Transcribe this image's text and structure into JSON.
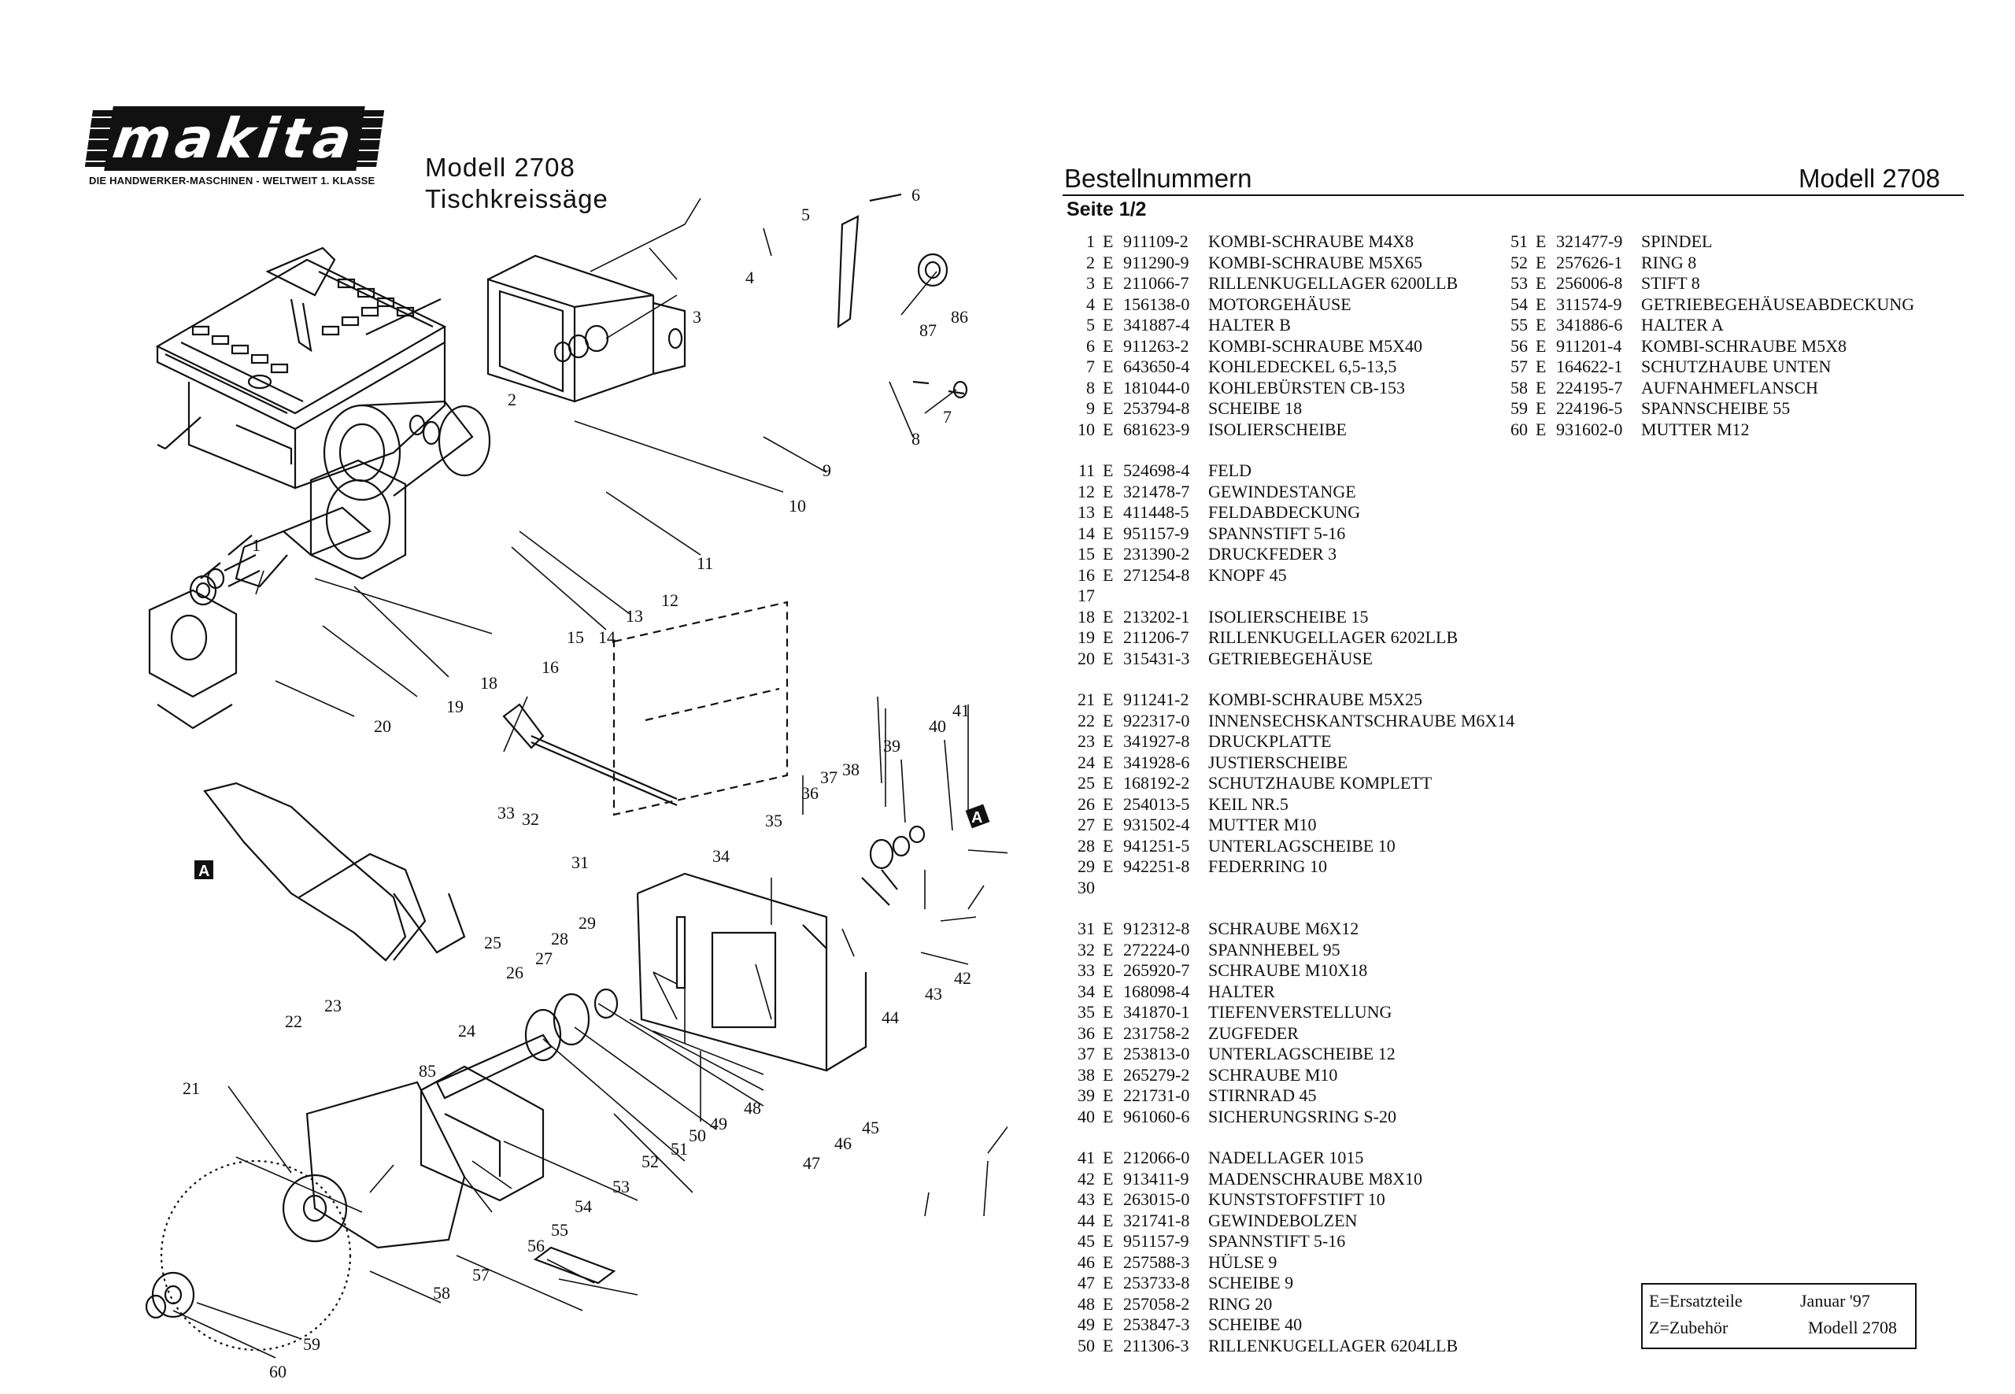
{
  "header": {
    "logo_text": "makita",
    "logo_tagline": "DIE HANDWERKER-MASCHINEN - WELTWEIT 1. KLASSE",
    "model_line": "Modell  2708",
    "product_line": "Tischkreissäge"
  },
  "parts_header": {
    "title": "Bestellnummern",
    "model": "Modell 2708",
    "page": "Seite  1/2"
  },
  "diagram": {
    "callouts": [
      "1",
      "2",
      "3",
      "4",
      "5",
      "6",
      "7",
      "8",
      "9",
      "10",
      "11",
      "12",
      "13",
      "14",
      "15",
      "16",
      "18",
      "19",
      "20",
      "21",
      "22",
      "23",
      "24",
      "25",
      "26",
      "27",
      "28",
      "29",
      "31",
      "32",
      "33",
      "34",
      "35",
      "36",
      "37",
      "38",
      "39",
      "40",
      "41",
      "42",
      "43",
      "44",
      "45",
      "46",
      "47",
      "48",
      "49",
      "50",
      "51",
      "52",
      "53",
      "54",
      "55",
      "56",
      "57",
      "58",
      "59",
      "60",
      "85",
      "86",
      "87"
    ],
    "marker": "A"
  },
  "parts_groups_left": [
    [
      {
        "no": "1",
        "e": "E",
        "code": "911109-2",
        "desc": "KOMBI-SCHRAUBE M4X8"
      },
      {
        "no": "2",
        "e": "E",
        "code": "911290-9",
        "desc": "KOMBI-SCHRAUBE M5X65"
      },
      {
        "no": "3",
        "e": "E",
        "code": "211066-7",
        "desc": "RILLENKUGELLAGER 6200LLB"
      },
      {
        "no": "4",
        "e": "E",
        "code": "156138-0",
        "desc": "MOTORGEHÄUSE"
      },
      {
        "no": "5",
        "e": "E",
        "code": "341887-4",
        "desc": "HALTER B"
      },
      {
        "no": "6",
        "e": "E",
        "code": "911263-2",
        "desc": "KOMBI-SCHRAUBE M5X40"
      },
      {
        "no": "7",
        "e": "E",
        "code": "643650-4",
        "desc": "KOHLEDECKEL 6,5-13,5"
      },
      {
        "no": "8",
        "e": "E",
        "code": "181044-0",
        "desc": "KOHLEBÜRSTEN CB-153"
      },
      {
        "no": "9",
        "e": "E",
        "code": "253794-8",
        "desc": "SCHEIBE 18"
      },
      {
        "no": "10",
        "e": "E",
        "code": "681623-9",
        "desc": "ISOLIERSCHEIBE"
      }
    ],
    [
      {
        "no": "11",
        "e": "E",
        "code": "524698-4",
        "desc": "FELD"
      },
      {
        "no": "12",
        "e": "E",
        "code": "321478-7",
        "desc": "GEWINDESTANGE"
      },
      {
        "no": "13",
        "e": "E",
        "code": "411448-5",
        "desc": "FELDABDECKUNG"
      },
      {
        "no": "14",
        "e": "E",
        "code": "951157-9",
        "desc": "SPANNSTIFT 5-16"
      },
      {
        "no": "15",
        "e": "E",
        "code": "231390-2",
        "desc": "DRUCKFEDER 3"
      },
      {
        "no": "16",
        "e": "E",
        "code": "271254-8",
        "desc": "KNOPF 45"
      },
      {
        "no": "17",
        "e": "",
        "code": "",
        "desc": ""
      },
      {
        "no": "18",
        "e": "E",
        "code": "213202-1",
        "desc": "ISOLIERSCHEIBE 15"
      },
      {
        "no": "19",
        "e": "E",
        "code": "211206-7",
        "desc": "RILLENKUGELLAGER 6202LLB"
      },
      {
        "no": "20",
        "e": "E",
        "code": "315431-3",
        "desc": "GETRIEBEGEHÄUSE"
      }
    ],
    [
      {
        "no": "21",
        "e": "E",
        "code": "911241-2",
        "desc": "KOMBI-SCHRAUBE M5X25"
      },
      {
        "no": "22",
        "e": "E",
        "code": "922317-0",
        "desc": "INNENSECHSKANTSCHRAUBE M6X14"
      },
      {
        "no": "23",
        "e": "E",
        "code": "341927-8",
        "desc": "DRUCKPLATTE"
      },
      {
        "no": "24",
        "e": "E",
        "code": "341928-6",
        "desc": "JUSTIERSCHEIBE"
      },
      {
        "no": "25",
        "e": "E",
        "code": "168192-2",
        "desc": "SCHUTZHAUBE KOMPLETT"
      },
      {
        "no": "26",
        "e": "E",
        "code": "254013-5",
        "desc": "KEIL NR.5"
      },
      {
        "no": "27",
        "e": "E",
        "code": "931502-4",
        "desc": "MUTTER M10"
      },
      {
        "no": "28",
        "e": "E",
        "code": "941251-5",
        "desc": "UNTERLAGSCHEIBE 10"
      },
      {
        "no": "29",
        "e": "E",
        "code": "942251-8",
        "desc": "FEDERRING 10"
      },
      {
        "no": "30",
        "e": "",
        "code": "",
        "desc": ""
      }
    ],
    [
      {
        "no": "31",
        "e": "E",
        "code": "912312-8",
        "desc": "SCHRAUBE M6X12"
      },
      {
        "no": "32",
        "e": "E",
        "code": "272224-0",
        "desc": "SPANNHEBEL 95"
      },
      {
        "no": "33",
        "e": "E",
        "code": "265920-7",
        "desc": "SCHRAUBE M10X18"
      },
      {
        "no": "34",
        "e": "E",
        "code": "168098-4",
        "desc": "HALTER"
      },
      {
        "no": "35",
        "e": "E",
        "code": "341870-1",
        "desc": "TIEFENVERSTELLUNG"
      },
      {
        "no": "36",
        "e": "E",
        "code": "231758-2",
        "desc": "ZUGFEDER"
      },
      {
        "no": "37",
        "e": "E",
        "code": "253813-0",
        "desc": "UNTERLAGSCHEIBE 12"
      },
      {
        "no": "38",
        "e": "E",
        "code": "265279-2",
        "desc": "SCHRAUBE M10"
      },
      {
        "no": "39",
        "e": "E",
        "code": "221731-0",
        "desc": "STIRNRAD 45"
      },
      {
        "no": "40",
        "e": "E",
        "code": "961060-6",
        "desc": "SICHERUNGSRING S-20"
      }
    ],
    [
      {
        "no": "41",
        "e": "E",
        "code": "212066-0",
        "desc": "NADELLAGER 1015"
      },
      {
        "no": "42",
        "e": "E",
        "code": "913411-9",
        "desc": "MADENSCHRAUBE M8X10"
      },
      {
        "no": "43",
        "e": "E",
        "code": "263015-0",
        "desc": "KUNSTSTOFFSTIFT 10"
      },
      {
        "no": "44",
        "e": "E",
        "code": "321741-8",
        "desc": "GEWINDEBOLZEN"
      },
      {
        "no": "45",
        "e": "E",
        "code": "951157-9",
        "desc": "SPANNSTIFT 5-16"
      },
      {
        "no": "46",
        "e": "E",
        "code": "257588-3",
        "desc": "HÜLSE 9"
      },
      {
        "no": "47",
        "e": "E",
        "code": "253733-8",
        "desc": "SCHEIBE 9"
      },
      {
        "no": "48",
        "e": "E",
        "code": "257058-2",
        "desc": "RING 20"
      },
      {
        "no": "49",
        "e": "E",
        "code": "253847-3",
        "desc": "SCHEIBE 40"
      },
      {
        "no": "50",
        "e": "E",
        "code": "211306-3",
        "desc": "RILLENKUGELLAGER 6204LLB"
      }
    ]
  ],
  "parts_groups_right": [
    [
      {
        "no": "51",
        "e": "E",
        "code": "321477-9",
        "desc": "SPINDEL"
      },
      {
        "no": "52",
        "e": "E",
        "code": "257626-1",
        "desc": "RING 8"
      },
      {
        "no": "53",
        "e": "E",
        "code": "256006-8",
        "desc": "STIFT 8"
      },
      {
        "no": "54",
        "e": "E",
        "code": "311574-9",
        "desc": "GETRIEBEGEHÄUSEABDECKUNG"
      },
      {
        "no": "55",
        "e": "E",
        "code": "341886-6",
        "desc": "HALTER A"
      },
      {
        "no": "56",
        "e": "E",
        "code": "911201-4",
        "desc": "KOMBI-SCHRAUBE M5X8"
      },
      {
        "no": "57",
        "e": "E",
        "code": "164622-1",
        "desc": "SCHUTZHAUBE UNTEN"
      },
      {
        "no": "58",
        "e": "E",
        "code": "224195-7",
        "desc": "AUFNAHMEFLANSCH"
      },
      {
        "no": "59",
        "e": "E",
        "code": "224196-5",
        "desc": "SPANNSCHEIBE 55"
      },
      {
        "no": "60",
        "e": "E",
        "code": "931602-0",
        "desc": "MUTTER M12"
      }
    ]
  ],
  "legend": {
    "line1_left": "E=Ersatzteile",
    "line1_right": "Januar '97",
    "line2_left": "Z=Zubehör",
    "line2_right": "Modell 2708"
  }
}
